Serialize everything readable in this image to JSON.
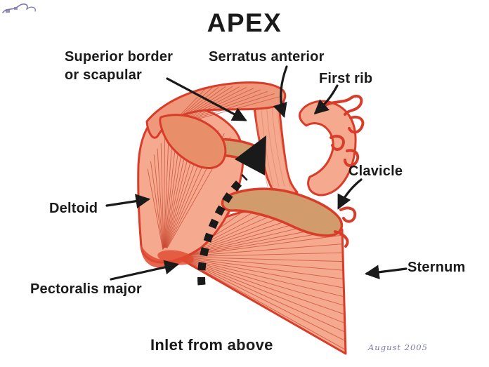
{
  "title": "APEX",
  "figure": {
    "caption": "Inlet from above",
    "signature_date": "August 2005"
  },
  "labels": {
    "superior_border": {
      "line1": "Superior border",
      "line2": "or scapular"
    },
    "serratus_anterior": "Serratus anterior",
    "first_rib": "First rib",
    "clavicle": "Clavicle",
    "deltoid": "Deltoid",
    "sternum": "Sternum",
    "pectoralis_major": "Pectoralis major"
  },
  "colors": {
    "background": "#FFFFFF",
    "ink": "#1A1A1A",
    "outline_red": "#D93C28",
    "fiber_red": "#C8452E",
    "muscle_salmon": "#F5A98E",
    "muscle_salmon_deep": "#F0987C",
    "muscle_dark": "#E88E68",
    "bone_tan": "#D29B6B",
    "highlight_red": "#E04A30",
    "signature_purple": "#7878AC"
  }
}
